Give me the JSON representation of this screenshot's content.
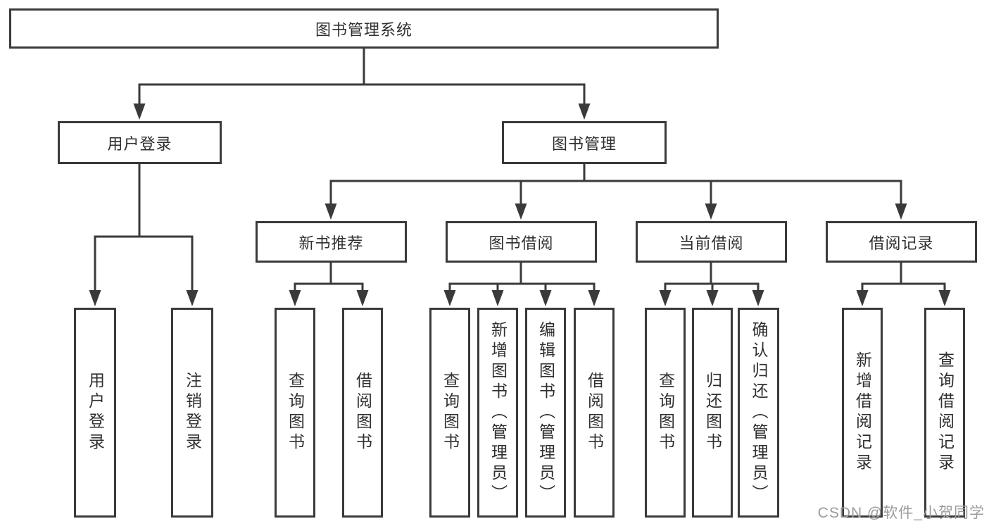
{
  "diagram": {
    "line_color": "#3a3a3a",
    "tree": {
      "root": {
        "label": "图书管理系统"
      },
      "branches": [
        {
          "label": "用户登录",
          "children": [
            {
              "label": "用户登录"
            },
            {
              "label": "注销登录"
            }
          ]
        },
        {
          "label": "图书管理",
          "children": [
            {
              "label": "新书推荐",
              "children": [
                {
                  "label": "查询图书"
                },
                {
                  "label": "借阅图书"
                }
              ]
            },
            {
              "label": "图书借阅",
              "children": [
                {
                  "label": "查询图书"
                },
                {
                  "label": "新增图书（管理员）"
                },
                {
                  "label": "编辑图书（管理员）"
                },
                {
                  "label": "借阅图书"
                }
              ]
            },
            {
              "label": "当前借阅",
              "children": [
                {
                  "label": "查询图书"
                },
                {
                  "label": "归还图书"
                },
                {
                  "label": "确认归还（管理员）"
                }
              ]
            },
            {
              "label": "借阅记录",
              "children": [
                {
                  "label": "新增借阅记录"
                },
                {
                  "label": "查询借阅记录"
                }
              ]
            }
          ]
        }
      ]
    }
  },
  "watermark": {
    "text": "CSDN @软件_小贺同学",
    "color": "#9b9b9b"
  }
}
